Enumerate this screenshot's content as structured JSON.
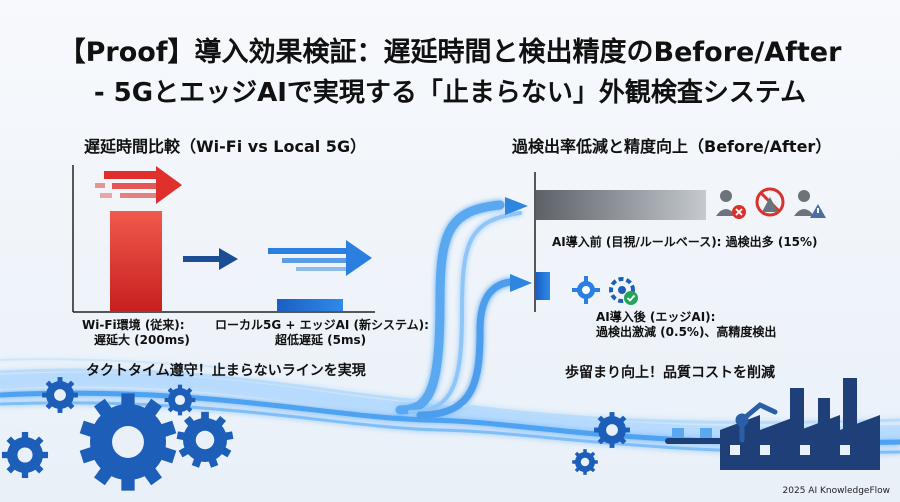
{
  "title": {
    "line1": "【Proof】導入効果検証：遅延時間と検出精度のBefore/After",
    "line2": "- 5GとエッジAIで実現する「止まらない」外観検査システム"
  },
  "left_panel": {
    "heading": "遅延時間比較（Wi-Fi vs Local 5G）",
    "wifi_label_1": "Wi-Fi環境 (従来):",
    "wifi_label_2": "遅延大 (200ms)",
    "l5g_label_1": "ローカル5G + エッジAI (新システム):",
    "l5g_label_2": "超低遅延 (5ms)",
    "message": "タクトタイム遵守！止まらないラインを実現"
  },
  "right_panel": {
    "heading": "過検出率低減と精度向上（Before/After）",
    "before_label": "AI導入前 (目視/ルールベース): 過検出多 (15%)",
    "after_label_1": "AI導入後 (エッジAI):",
    "after_label_2": "過検出激減 (0.5%)、高精度検出",
    "message": "歩留まり向上！品質コストを削減"
  },
  "chart_data": [
    {
      "type": "bar",
      "title": "遅延時間比較（Wi-Fi vs Local 5G）",
      "categories": [
        "Wi-Fi環境 (従来)",
        "ローカル5G + エッジAI (新システム)"
      ],
      "values": [
        200,
        5
      ],
      "unit": "ms"
    },
    {
      "type": "bar",
      "title": "過検出率低減と精度向上（Before/After）",
      "categories": [
        "AI導入前 (目視/ルールベース)",
        "AI導入後 (エッジAI)"
      ],
      "values": [
        15,
        0.5
      ],
      "unit": "%",
      "orientation": "horizontal"
    }
  ],
  "colors": {
    "wifi_bar": "#e0302b",
    "l5g_bar": "#1f7ad6",
    "before_bar": "#8a8f96",
    "after_bar": "#1f6fd1",
    "flow": "#5aa9f0",
    "gear": "#1d5fb8"
  },
  "footer": "2025 AI KnowledgeFlow"
}
